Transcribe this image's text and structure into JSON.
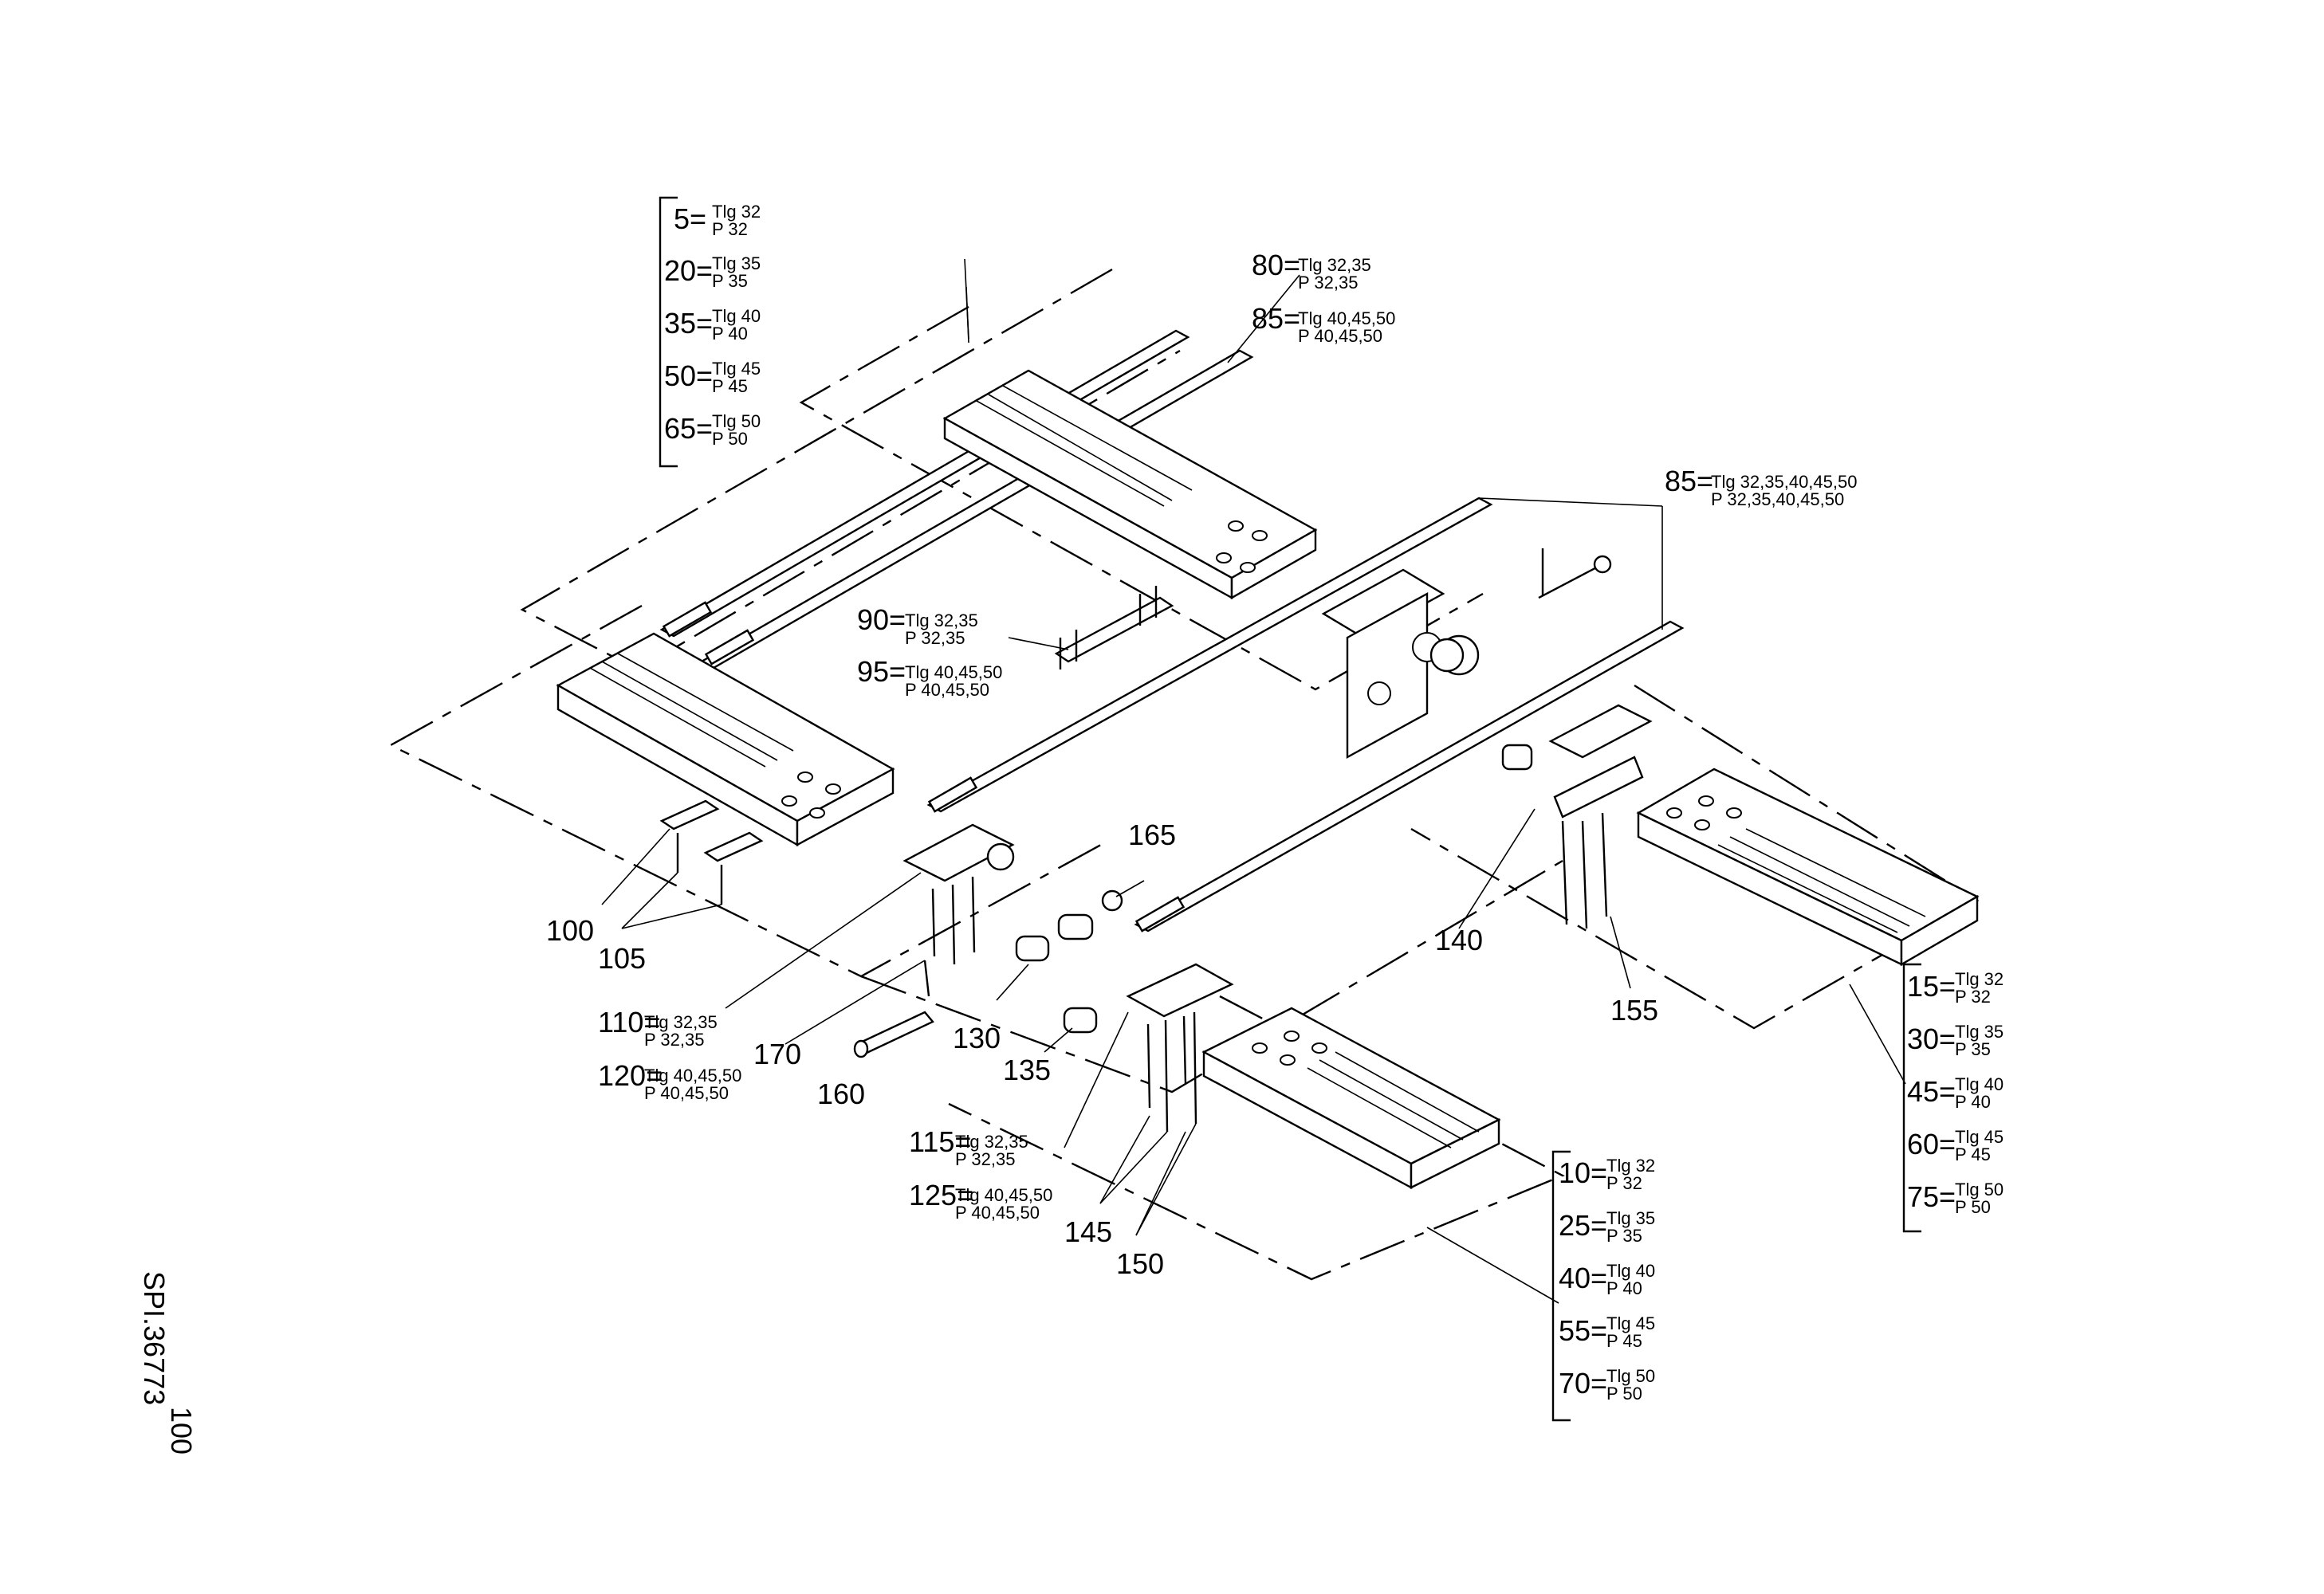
{
  "drawing_id": "SPI.36773",
  "drawing_number": "100",
  "groups": [
    {
      "rows": [
        {
          "num": "5=",
          "tlg": "Tlg 32",
          "p": "P 32"
        },
        {
          "num": "20=",
          "tlg": "Tlg 35",
          "p": "P 35"
        },
        {
          "num": "35=",
          "tlg": "Tlg 40",
          "p": "P 40"
        },
        {
          "num": "50=",
          "tlg": "Tlg 45",
          "p": "P 45"
        },
        {
          "num": "65=",
          "tlg": "Tlg 50",
          "p": "P 50"
        }
      ]
    },
    {
      "rows": [
        {
          "num": "15=",
          "tlg": "Tlg 32",
          "p": "P 32"
        },
        {
          "num": "30=",
          "tlg": "Tlg 35",
          "p": "P 35"
        },
        {
          "num": "45=",
          "tlg": "Tlg 40",
          "p": "P 40"
        },
        {
          "num": "60=",
          "tlg": "Tlg 45",
          "p": "P 45"
        },
        {
          "num": "75=",
          "tlg": "Tlg 50",
          "p": "P 50"
        }
      ]
    },
    {
      "rows": [
        {
          "num": "10=",
          "tlg": "Tlg 32",
          "p": "P 32"
        },
        {
          "num": "25=",
          "tlg": "Tlg 35",
          "p": "P 35"
        },
        {
          "num": "40=",
          "tlg": "Tlg 40",
          "p": "P 40"
        },
        {
          "num": "55=",
          "tlg": "Tlg 45",
          "p": "P 45"
        },
        {
          "num": "70=",
          "tlg": "Tlg 50",
          "p": "P 50"
        }
      ]
    }
  ],
  "callouts": [
    {
      "num": "80=",
      "tlg": "Tlg 32,35",
      "p": "P 32,35"
    },
    {
      "num": "85=",
      "tlg": "Tlg 40,45,50",
      "p": "P 40,45,50"
    },
    {
      "num": "85=",
      "tlg": "Tlg 32,35,40,45,50",
      "p": "P 32,35,40,45,50"
    },
    {
      "num": "90=",
      "tlg": "Tlg 32,35",
      "p": "P 32,35"
    },
    {
      "num": "95=",
      "tlg": "Tlg 40,45,50",
      "p": "P 40,45,50"
    },
    {
      "num": "110=",
      "tlg": "Tlg 32,35",
      "p": "P 32,35"
    },
    {
      "num": "120=",
      "tlg": "Tlg 40,45,50",
      "p": "P 40,45,50"
    },
    {
      "num": "115=",
      "tlg": "Tlg 32,35",
      "p": "P 32,35"
    },
    {
      "num": "125=",
      "tlg": "Tlg 40,45,50",
      "p": "P 40,45,50"
    }
  ],
  "item_labels": [
    "100",
    "105",
    "170",
    "160",
    "130",
    "135",
    "165",
    "140",
    "155",
    "145",
    "150"
  ]
}
